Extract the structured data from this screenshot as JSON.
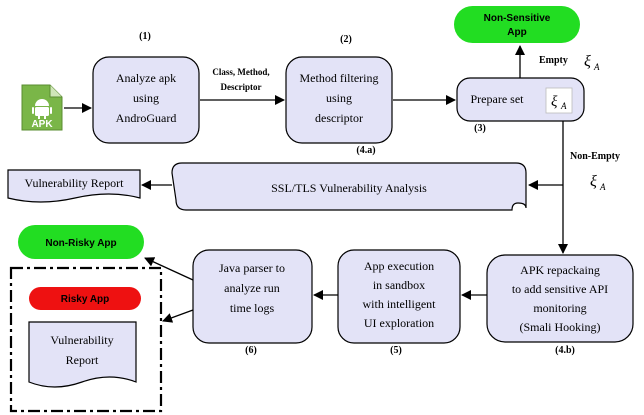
{
  "steps": {
    "s1": "(1)",
    "s2": "(2)",
    "s3": "(3)",
    "s4a": "(4.a)",
    "s4b": "(4.b)",
    "s5": "(5)",
    "s6": "(6)"
  },
  "apk_icon": {
    "label": "APK",
    "icon": "android-file-icon",
    "color": "#7ab648"
  },
  "analyze": {
    "line1": "Analyze apk",
    "line2": "using",
    "line3": "AndroGuard"
  },
  "edge_cmd": {
    "line1": "Class, Method,",
    "line2": "Descriptor"
  },
  "filter": {
    "line1": "Method filtering",
    "line2": "using",
    "line3": "descriptor"
  },
  "prepare": {
    "label": "Prepare set",
    "symbol": "ξ",
    "sub": "A"
  },
  "non_sensitive": {
    "line1": "Non-Sensitive",
    "line2": "App",
    "color": "#22dd22"
  },
  "empty": {
    "label": "Empty",
    "symbol": "ξ",
    "sub": "A"
  },
  "non_empty": {
    "label": "Non-Empty",
    "symbol": "ξ",
    "sub": "A"
  },
  "ssl": {
    "label": "SSL/TLS Vulnerability Analysis"
  },
  "vuln_report_top": {
    "label": "Vulnerability Report"
  },
  "repack": {
    "line1": "APK repackaing",
    "line2": "to add sensitive API",
    "line3": "monitoring",
    "line4": "(Smali Hooking)"
  },
  "sandbox": {
    "line1": "App execution",
    "line2": "in sandbox",
    "line3": "with intelligent",
    "line4": "UI exploration"
  },
  "parser": {
    "line1": "Java parser to",
    "line2": "analyze run",
    "line3": "time logs"
  },
  "non_risky": {
    "label": "Non-Risky App",
    "color": "#22dd22"
  },
  "risky": {
    "label": "Risky App",
    "color": "#ee1111"
  },
  "vuln_report_bottom": {
    "line1": "Vulnerability",
    "line2": "Report"
  },
  "colors": {
    "box_fill": "#e3e3f7",
    "stroke": "#000000"
  }
}
